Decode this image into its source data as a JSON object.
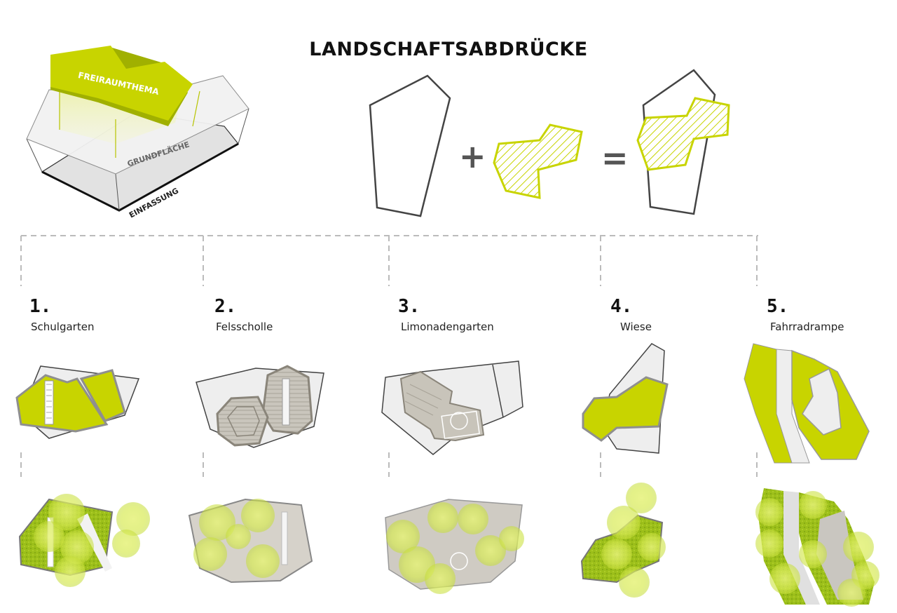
{
  "title": "LANDSCHAFTSABDRÜCKE",
  "diagram": {
    "layer_top": "FREIRAUMTHEMA",
    "layer_mid": "GRUNDFLÄCHE",
    "layer_bottom": "EINFASSUNG"
  },
  "equation": {
    "plus": "+",
    "equals": "="
  },
  "items": [
    {
      "number": "1.",
      "name": "Schulgarten"
    },
    {
      "number": "2.",
      "name": "Felsscholle"
    },
    {
      "number": "3.",
      "name": "Limonadengarten"
    },
    {
      "number": "4.",
      "name": "Wiese"
    },
    {
      "number": "5.",
      "name": "Fahrradrampe"
    }
  ],
  "colors": {
    "accent": "#c8d400",
    "gray_fill": "#eeeeee",
    "stone": "#bdb8ae",
    "dashed": "#bbbbbb"
  }
}
